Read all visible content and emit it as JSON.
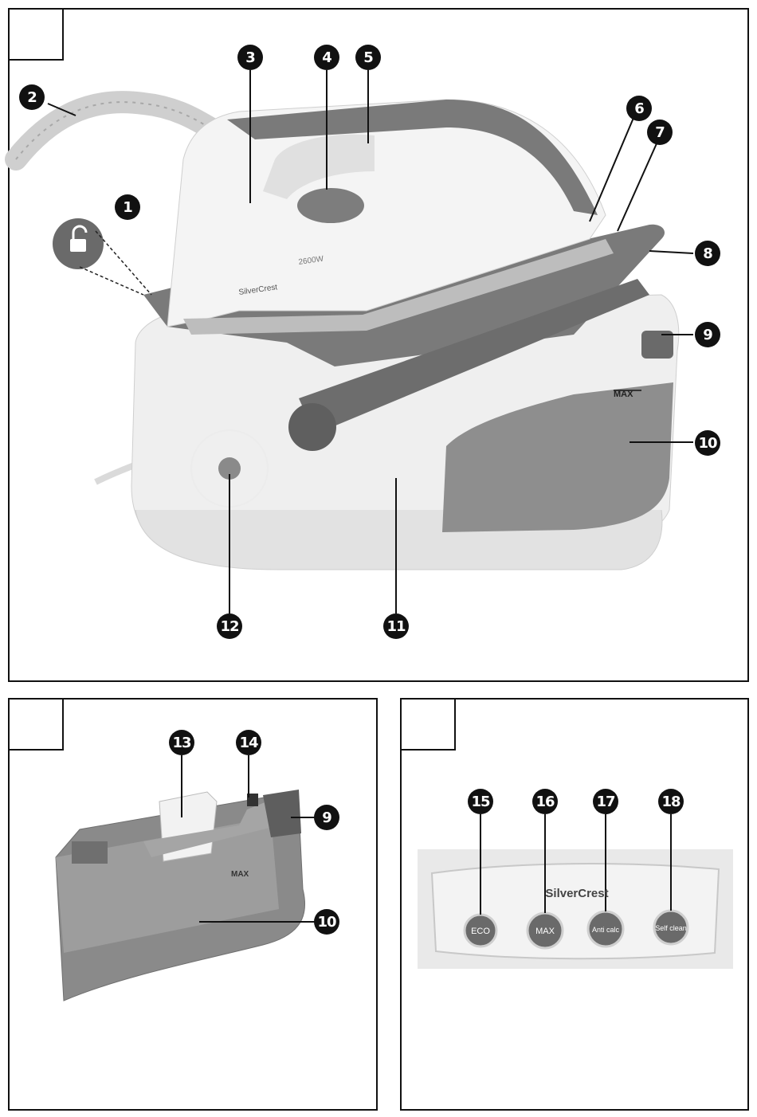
{
  "figure_top": {
    "callouts": [
      "1",
      "2",
      "3",
      "4",
      "5",
      "6",
      "7",
      "8",
      "9",
      "10",
      "11",
      "12"
    ],
    "brand": "SilverCrest",
    "power": "2600W",
    "max_mark": "MAX"
  },
  "figure_bottom_left": {
    "callouts": [
      "13",
      "14",
      "9",
      "10"
    ],
    "max_mark": "MAX"
  },
  "figure_bottom_right": {
    "callouts": [
      "15",
      "16",
      "17",
      "18"
    ],
    "brand": "SilverCrest",
    "buttons": [
      "ECO",
      "MAX",
      "Anti calc",
      "Self clean"
    ]
  },
  "colors": {
    "line": "#111111",
    "dark_grey": "#6e6e6e",
    "mid_grey": "#9a9a9a",
    "light_grey": "#e6e6e6"
  }
}
